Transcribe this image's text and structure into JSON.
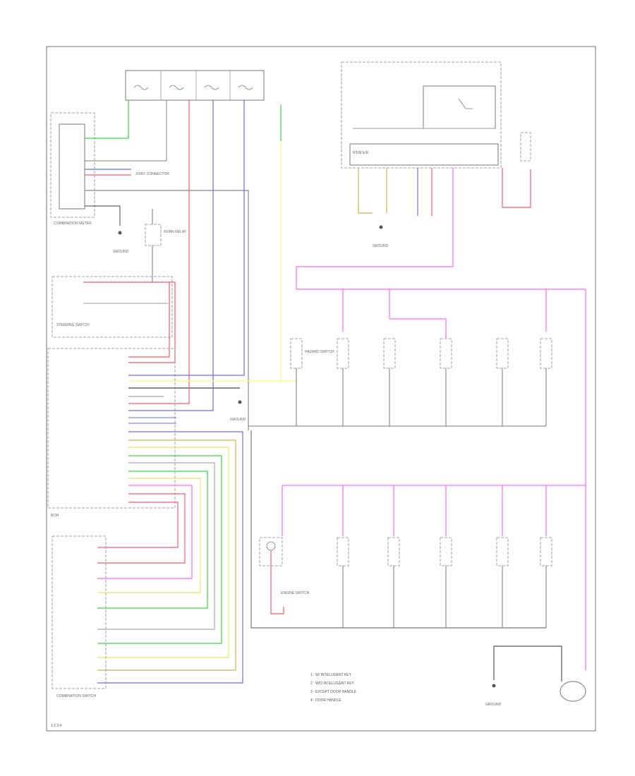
{
  "colors": {
    "red": "#ff5a6e",
    "pink": "#ff66ff",
    "blue": "#6a6aff",
    "green": "#33dd33",
    "yellow": "#e8e860",
    "olive": "#c8b84a",
    "gray": "#777777",
    "light_yellow": "#ffff66",
    "black": "#555555"
  },
  "labels": {
    "combination_meter_note": "COMBINATION METER",
    "combination_switch": "COMBINATION SWITCH",
    "steering_switch": "STEERING SWITCH",
    "hazard_switch": "HAZARD SWITCH",
    "horn_relay": "HORN RELAY",
    "joint_connector": "JOINT CONNECTOR",
    "ipdm": "IPDM E/R",
    "bcm": "BCM",
    "ground_1": "GROUND",
    "ground_2": "GROUND",
    "ground_3": "GROUND",
    "ground_4": "GROUND",
    "engine_switch": "ENGINE SWITCH",
    "legend_1": "1 : W/ INTELLIGENT KEY",
    "legend_2": "2 : W/O INTELLIGENT KEY",
    "legend_3": "3 : EXCEPT DOOR HANDLE",
    "legend_4": "4 : DOOR HANDLE",
    "page_code": "1 2 3 4"
  }
}
